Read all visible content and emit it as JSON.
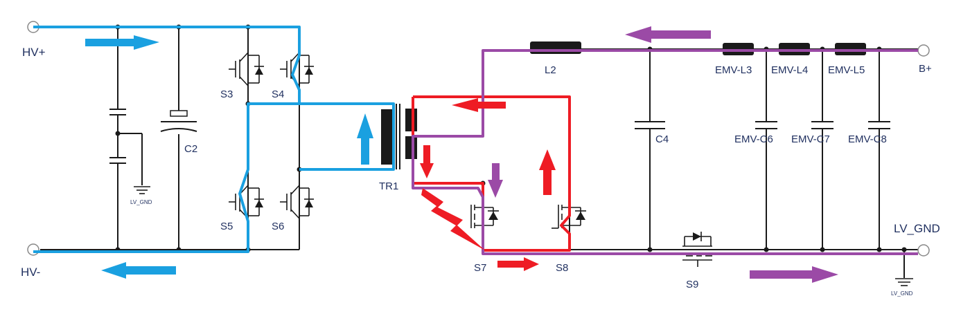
{
  "labels": {
    "hv_plus": "HV+",
    "hv_minus": "HV-",
    "c2": "C2",
    "lv_gnd_small_left": "LV_GND",
    "s3": "S3",
    "s4": "S4",
    "s5": "S5",
    "s6": "S6",
    "tr1": "TR1",
    "s7": "S7",
    "s8": "S8",
    "l2": "L2",
    "c4": "C4",
    "emv_l3": "EMV-L3",
    "emv_l4": "EMV-L4",
    "emv_l5": "EMV-L5",
    "b_plus": "B+",
    "emv_c6": "EMV-C6",
    "emv_c7": "EMV-C7",
    "emv_c8": "EMV-C8",
    "lv_gnd": "LV_GND",
    "s9": "S9",
    "lv_gnd_small_right": "LV_GND"
  },
  "colors": {
    "hv_current": "#1aa0e0",
    "secondary_current": "#ee1c24",
    "output_current": "#9b4aa6",
    "wire": "#1a1a1a",
    "label": "#1f2f5f"
  }
}
